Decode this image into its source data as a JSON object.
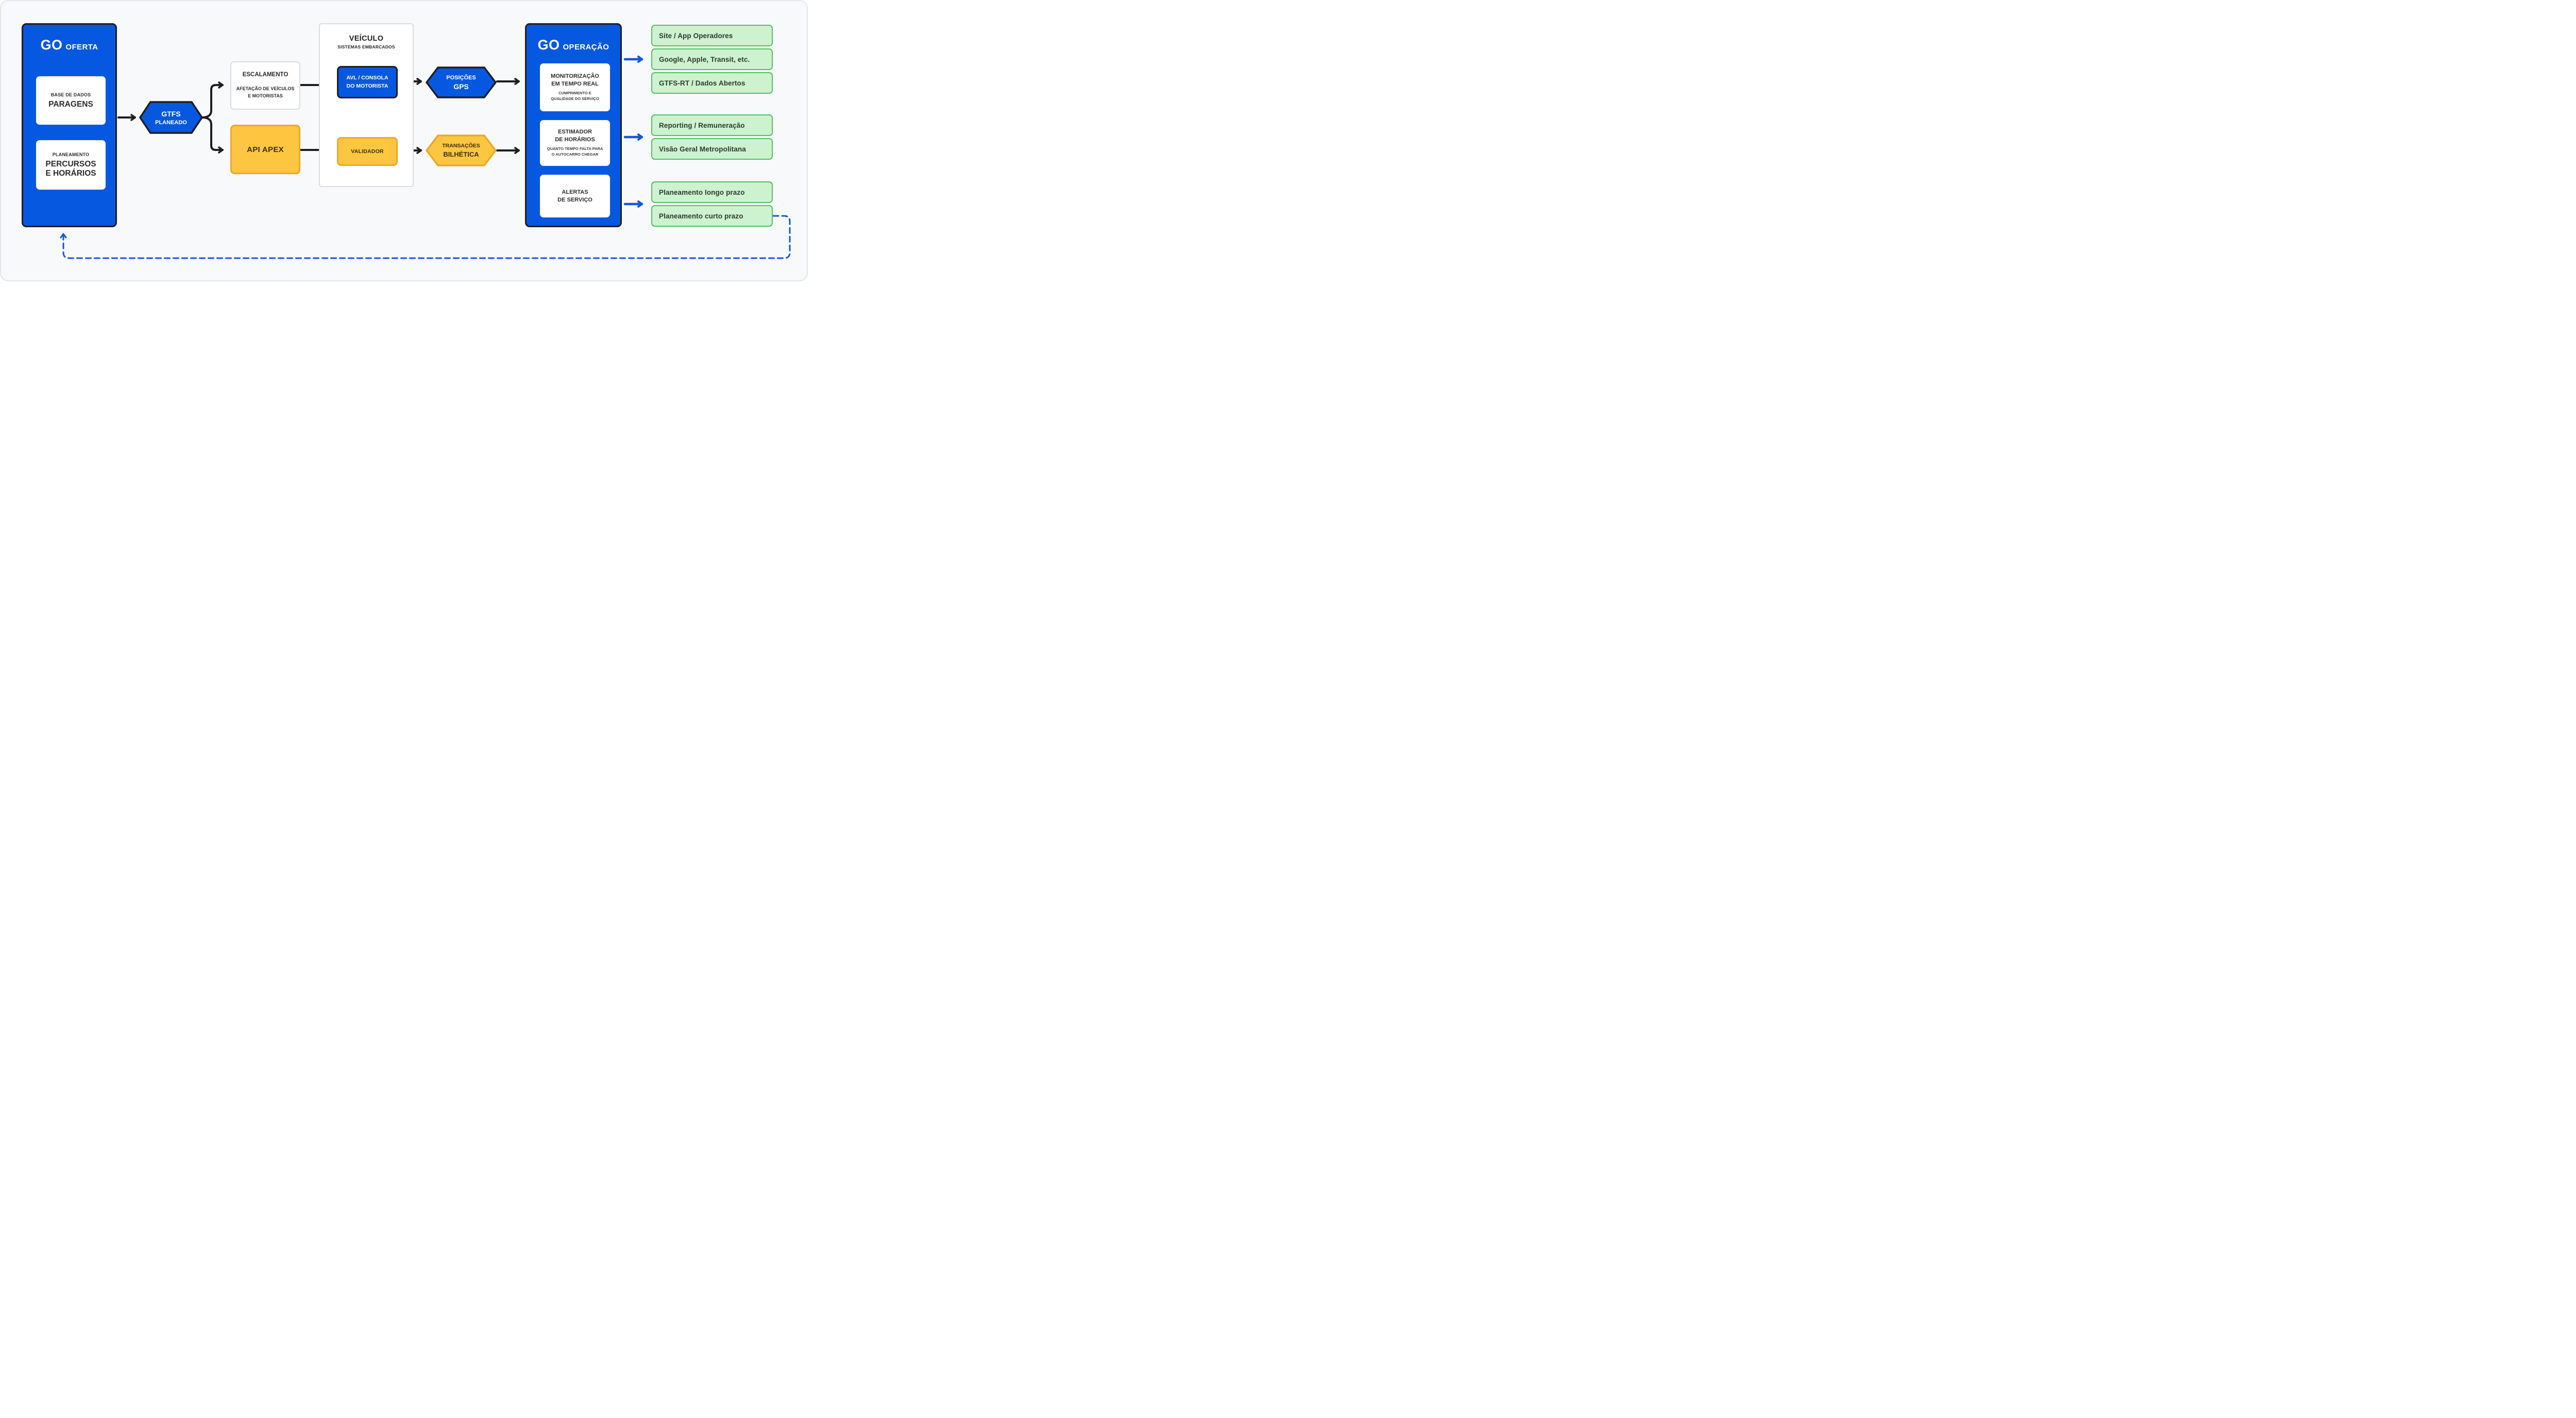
{
  "diagram": {
    "colors": {
      "blue": "#0758E0",
      "yellow": "#FDC640",
      "yellow_border": "#EBA82B",
      "green_fill": "#CDF2CF",
      "green_border": "#55BF63",
      "arrow_black": "#1E1E20",
      "arrow_blue": "#1357D8"
    },
    "go_oferta": {
      "title_main": "GO",
      "title_sub": "OFERTA",
      "cards": [
        {
          "subtitle": "BASE DE DADOS",
          "title": "PARAGENS"
        },
        {
          "subtitle": "PLANEAMENTO",
          "title": "PERCURSOS\nE HORÁRIOS"
        }
      ]
    },
    "gtfs_hex": {
      "line1": "GTFS",
      "line2": "PLANEADO"
    },
    "escalamento": {
      "title": "ESCALAMENTO",
      "subtitle": "AFETAÇÃO DE VEÍCULOS\nE MOTORISTAS"
    },
    "api_apex": {
      "title": "API APEX"
    },
    "veiculo": {
      "title": "VEÍCULO",
      "subtitle": "SISTEMAS EMBARCADOS",
      "avl": "AVL / CONSOLA\nDO MOTORISTA",
      "validador": "VALIDADOR"
    },
    "posicoes_hex": {
      "line1": "POSIÇÕES",
      "line2": "GPS"
    },
    "transacoes_hex": {
      "line1": "TRANSAÇÕES",
      "line2": "BILHÉTICA"
    },
    "go_operacao": {
      "title_main": "GO",
      "title_sub": "OPERAÇÃO",
      "cards": [
        {
          "title": "MONITORIZAÇÃO\nEM TEMPO REAL",
          "subtitle": "CUMPRIMENTO E\nQUALIDADE DO SERVIÇO"
        },
        {
          "title": "ESTIMADOR\nDE HORÁRIOS",
          "subtitle": "QUANTO TEMPO FALTA PARA\nO AUTOCARRO CHEGAR"
        },
        {
          "title": "ALERTAS\nDE SERVIÇO"
        }
      ]
    },
    "outputs": {
      "realtime": [
        "Site / App Operadores",
        "Google, Apple, Transit, etc.",
        "GTFS-RT / Dados Abertos"
      ],
      "reporting": [
        "Reporting / Remuneração",
        "Visão Geral Metropolitana"
      ],
      "planning": [
        "Planeamento longo prazo",
        "Planeamento curto prazo"
      ]
    }
  }
}
